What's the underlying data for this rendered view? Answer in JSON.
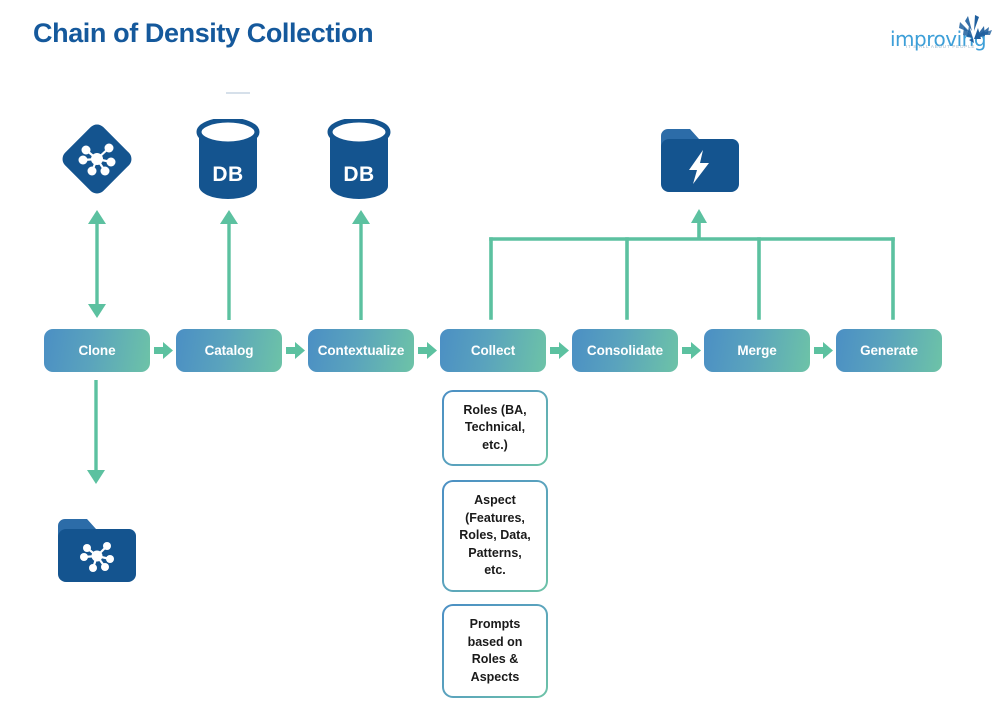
{
  "header": {
    "title": "Chain of Density Collection",
    "brand": {
      "wordmark": "improving",
      "tagline": "IT'S ALL ABOUT PEOPLE",
      "burst_icon": "starburst-icon"
    }
  },
  "colors": {
    "title_blue": "#15599c",
    "icon_deep_blue": "#14548f",
    "connector_green": "#5cc1a0",
    "pipeline_gradient_start": "#4b8fc4",
    "pipeline_gradient_end": "#6dc3a7",
    "brand_light_blue": "#3d9fd8",
    "artifact_line": "#cfdbe6"
  },
  "top_icons": [
    {
      "name": "network-diamond-icon",
      "label": "",
      "shape": "diamond-network"
    },
    {
      "name": "database-icon-catalog",
      "label": "DB",
      "shape": "cylinder"
    },
    {
      "name": "database-icon-context",
      "label": "DB",
      "shape": "cylinder"
    },
    {
      "name": "folder-bolt-icon",
      "label": "",
      "shape": "folder-lightning"
    }
  ],
  "bottom_icons": [
    {
      "name": "folder-network-icon",
      "label": "",
      "shape": "folder-network"
    }
  ],
  "pipeline": {
    "steps": [
      {
        "label": "Clone"
      },
      {
        "label": "Catalog"
      },
      {
        "label": "Contextualize"
      },
      {
        "label": "Collect"
      },
      {
        "label": "Consolidate"
      },
      {
        "label": "Merge"
      },
      {
        "label": "Generate"
      }
    ],
    "arrow_icon": "arrow-right-icon"
  },
  "connectors": [
    {
      "name": "clone-to-network-diamond",
      "type": "double-headed-vertical"
    },
    {
      "name": "catalog-to-database",
      "type": "arrow-up"
    },
    {
      "name": "contextualize-to-database",
      "type": "arrow-up"
    },
    {
      "name": "clone-to-folder-network",
      "type": "arrow-down"
    },
    {
      "name": "collect-group-to-folder-bolt",
      "type": "bracket-up"
    }
  ],
  "detail_boxes": [
    {
      "name": "detail-box-roles",
      "text": "Roles (BA,\nTechnical,\netc.)"
    },
    {
      "name": "detail-box-aspect",
      "text": "Aspect\n(Features,\nRoles, Data,\nPatterns,\netc."
    },
    {
      "name": "detail-box-prompts",
      "text": "Prompts\nbased on\nRoles &\nAspects"
    }
  ]
}
